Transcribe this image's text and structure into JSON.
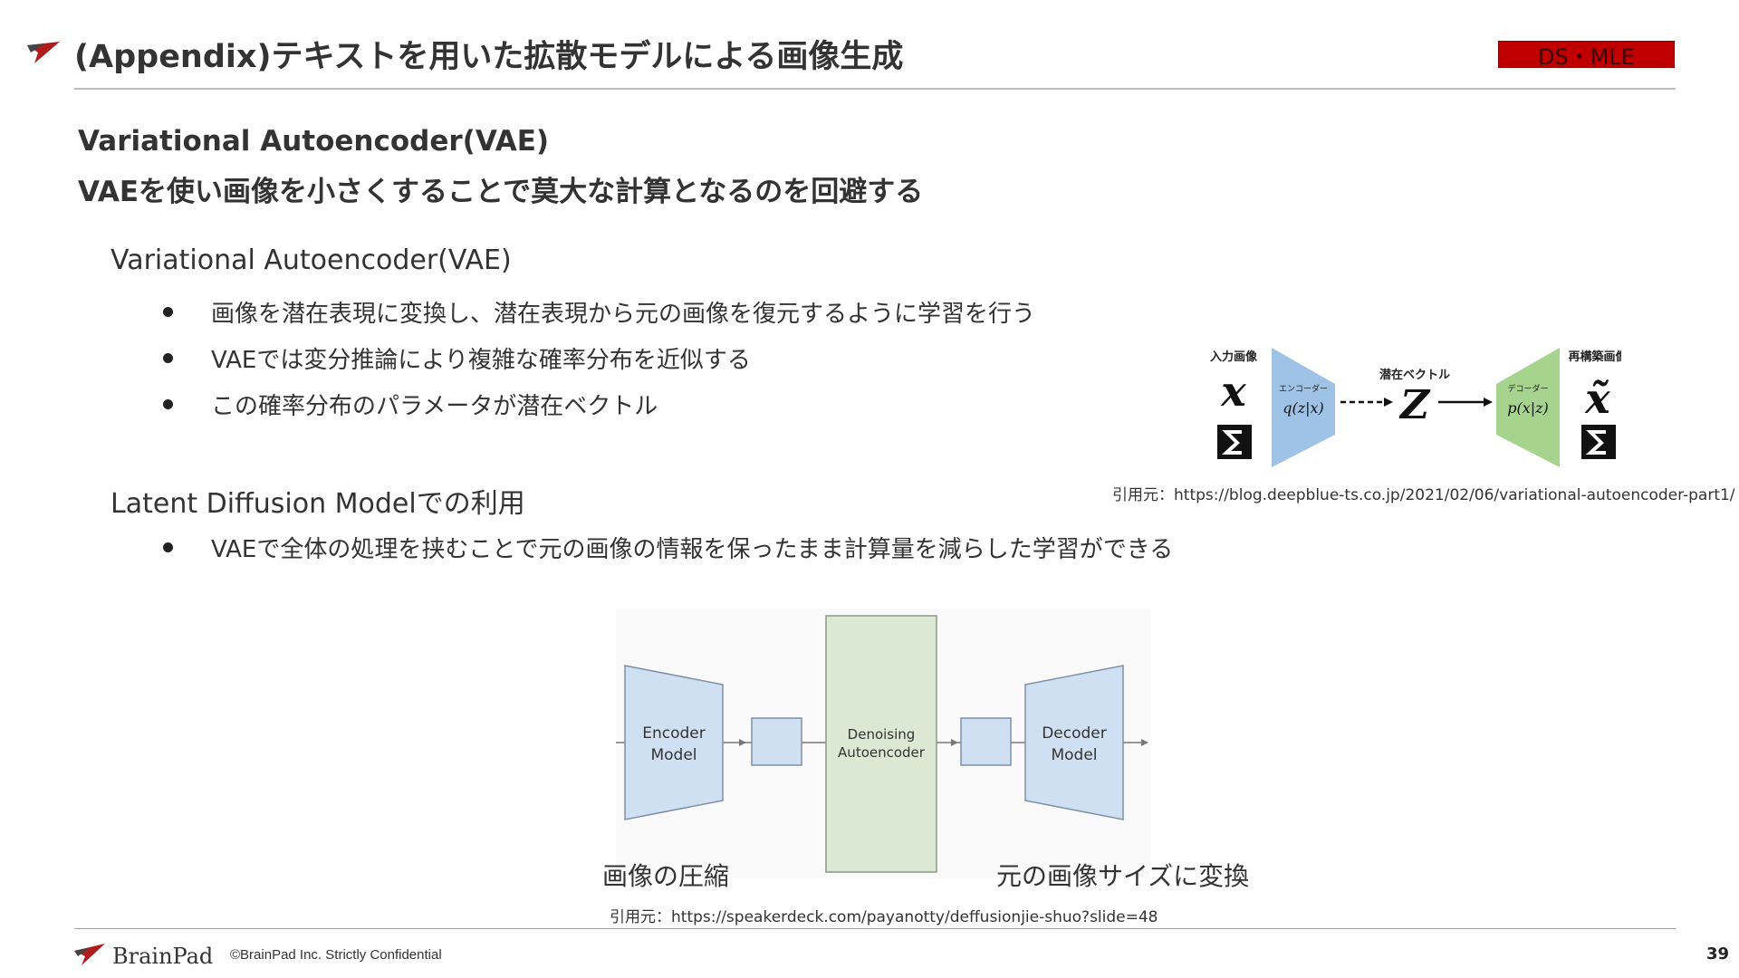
{
  "header": {
    "title": "(Appendix)テキストを用いた拡散モデルによる画像生成",
    "badge": "DS・MLE"
  },
  "subtitle_line1": "Variational Autoencoder(VAE)",
  "subtitle_line2": "VAEを使い画像を小さくすることで莫大な計算となるのを回避する",
  "section1": {
    "heading": "Variational Autoencoder(VAE)",
    "bullets": [
      "画像を潜在表現に変換し、潜在表現から元の画像を復元するように学習を行う",
      "VAEでは変分推論により複雑な確率分布を近似する",
      "この確率分布のパラメータが潜在ベクトル"
    ]
  },
  "section2": {
    "heading": "Latent Diffusion Modelでの利用",
    "bullets": [
      "VAEで全体の処理を挟むことで元の画像の情報を保ったまま計算量を減らした学習ができる"
    ]
  },
  "vae_diagram": {
    "input_label": "入力画像",
    "input_symbol": "x",
    "encoder_label": "エンコーダー",
    "encoder_formula": "q(z|x)",
    "latent_label": "潜在ベクトル",
    "latent_symbol": "Z",
    "decoder_label": "デコーダー",
    "decoder_formula": "p(x|z)",
    "output_label": "再構築画像",
    "output_symbol": "x̃",
    "citation": "引用元：https://blog.deepblue-ts.co.jp/2021/02/06/variational-autoencoder-part1/"
  },
  "ldm_diagram": {
    "encoder_line1": "Encoder",
    "encoder_line2": "Model",
    "denoise_line1": "Denoising",
    "denoise_line2": "Autoencoder",
    "decoder_line1": "Decoder",
    "decoder_line2": "Model",
    "caption_left": "画像の圧縮",
    "caption_right": "元の画像サイズに変換",
    "citation": "引用元：https://speakerdeck.com/payanotty/deffusionjie-shuo?slide=48"
  },
  "footer": {
    "brand": "BrainPad",
    "copyright": "©BrainPad Inc.  Strictly Confidential",
    "page_number": "39"
  },
  "colors": {
    "accent_red": "#c00000",
    "encoder_blue": "#9fc2e7",
    "decoder_green": "#a6d48e",
    "ldm_blue": "#cfe0f3",
    "ldm_green": "#dbe8d3"
  }
}
